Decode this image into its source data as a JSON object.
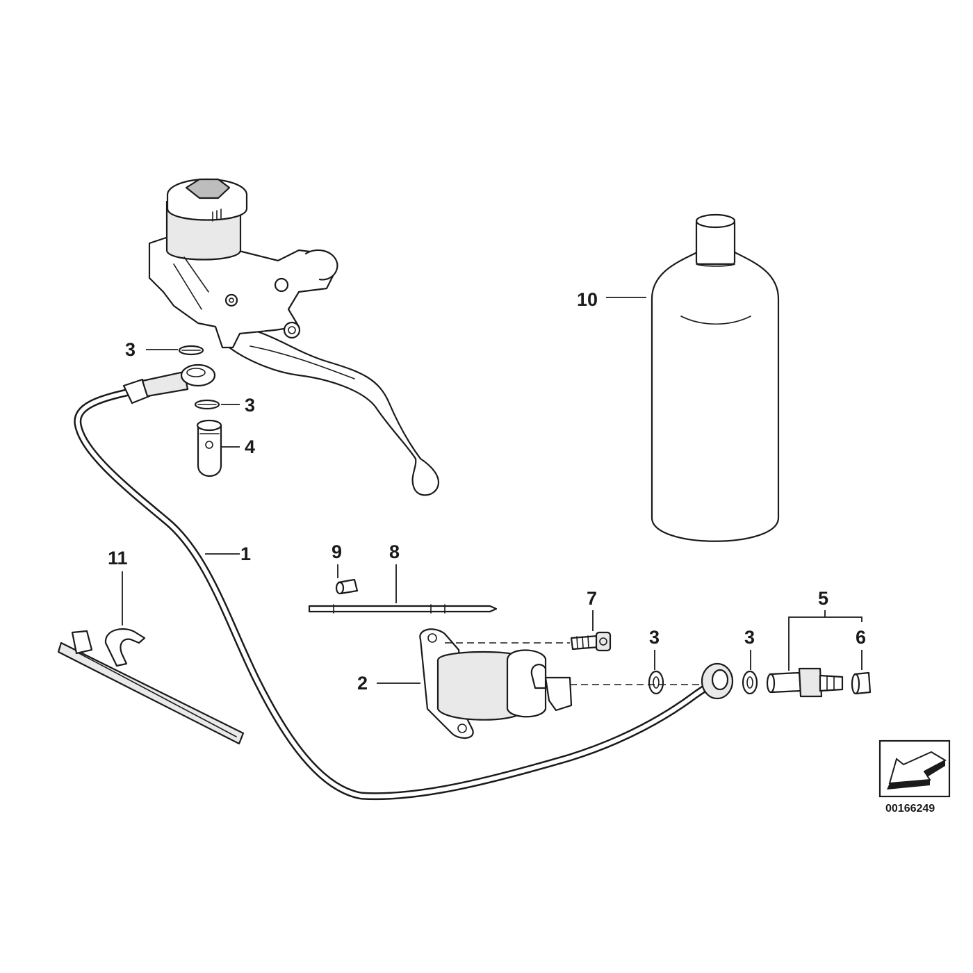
{
  "callouts": {
    "c1": "1",
    "c2": "2",
    "c3a": "3",
    "c3b": "3",
    "c3c": "3",
    "c3d": "3",
    "c4": "4",
    "c5": "5",
    "c6": "6",
    "c7": "7",
    "c8": "8",
    "c9": "9",
    "c10": "10",
    "c11": "11"
  },
  "drawing_number": "00166249",
  "orientation_icon": "direction-arrow-icon"
}
